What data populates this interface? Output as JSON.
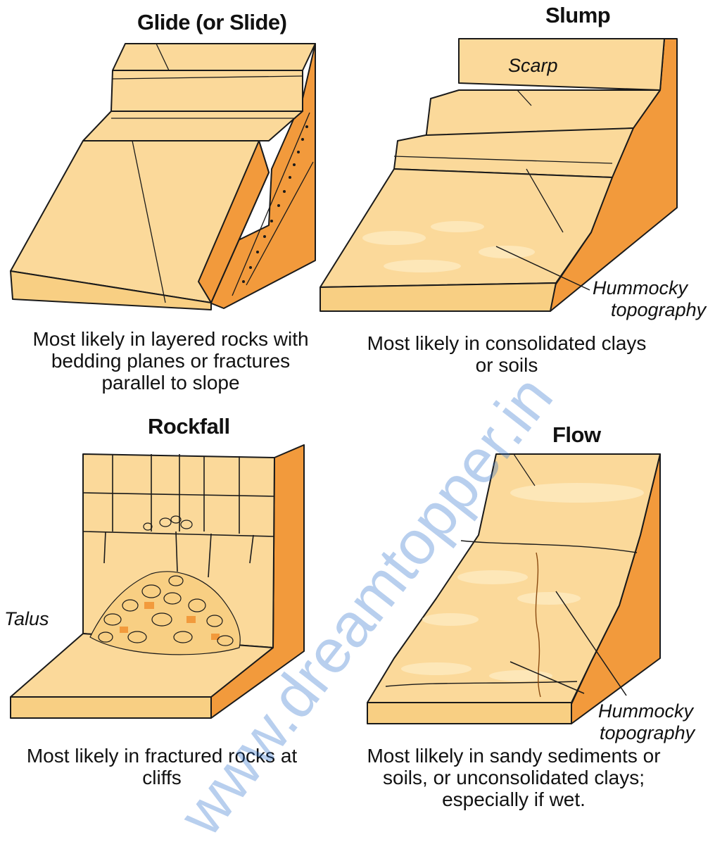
{
  "panels": {
    "glide": {
      "title": "Glide (or Slide)",
      "caption": "Most likely in layered rocks with bedding planes or fractures parallel to slope"
    },
    "slump": {
      "title": "Slump",
      "label_scarp": "Scarp",
      "label_hummocky_1": "Hummocky",
      "label_hummocky_2": "topography",
      "caption": "Most likely in consolidated clays or soils"
    },
    "rockfall": {
      "title": "Rockfall",
      "label_talus": "Talus",
      "caption": "Most likely in fractured rocks at cliffs"
    },
    "flow": {
      "title": "Flow",
      "label_hummocky_1": "Hummocky",
      "label_hummocky_2": "topography",
      "caption": "Most lilkely in sandy sediments or soils, or unconsolidated clays; especially if wet."
    }
  },
  "watermark": "www.dreamtopper.in",
  "colors": {
    "top_face": "#fbd99a",
    "top_light": "#fde7b8",
    "front_face": "#f8cf83",
    "side_face": "#f29a3c",
    "outline": "#1a1a1a",
    "watermark": "#2a6fcc"
  }
}
